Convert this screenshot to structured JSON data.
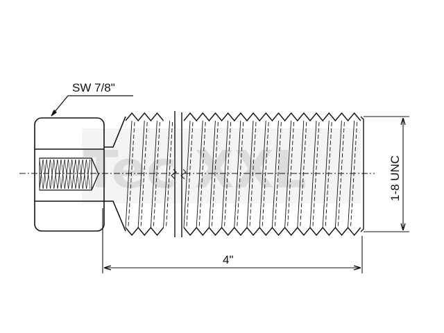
{
  "drawing": {
    "watermark": "Tec XXL",
    "wrench_size_label": "SW 7/8\"",
    "thread_label": "1-8 UNC",
    "length_label": "4\""
  }
}
